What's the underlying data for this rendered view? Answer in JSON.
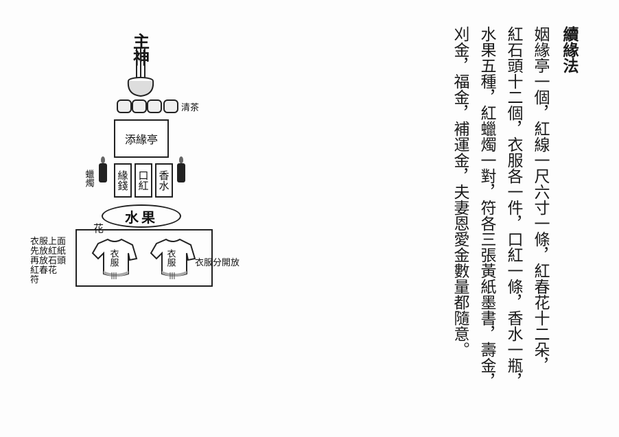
{
  "document": {
    "title": "續緣法",
    "lines": [
      "姻緣亭一個，紅線一尺六寸一條，紅春花十二朵，",
      "紅石頭十二個，衣服各一件，口紅一條，香水一瓶，",
      "水果五種，紅蠟燭一對，符各三張黃紙墨書，壽金，",
      "刈金，福金，補運金，夫妻恩愛金數量都隨意。"
    ]
  },
  "diagram": {
    "deity": "主神",
    "tea": "清茶",
    "pavilion": "添緣亭",
    "candles": "蠟燭",
    "items": [
      "緣錢",
      "口紅",
      "香水"
    ],
    "fruit": "水果",
    "flower": "花",
    "shirt_label": "衣服",
    "separate_note": "衣服分開放",
    "instruction_rows": [
      "衣服上面",
      "先放紅紙",
      "再放石頭",
      "紅春花",
      "符"
    ]
  }
}
